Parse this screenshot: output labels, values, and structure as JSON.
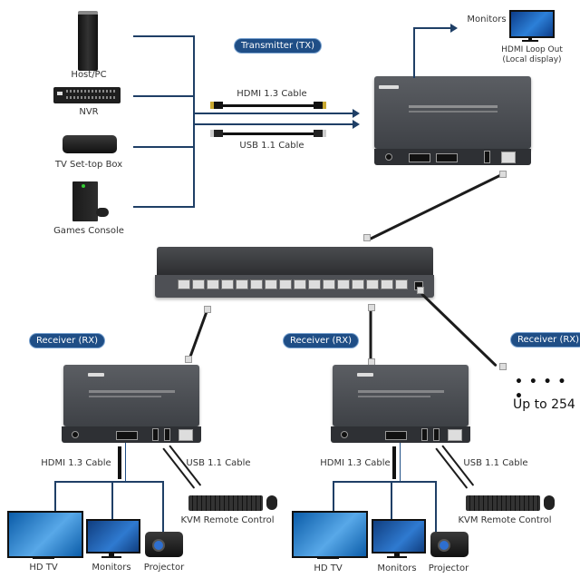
{
  "sources": [
    {
      "name": "Host/PC",
      "icon": "desktop-pc-icon"
    },
    {
      "name": "NVR",
      "icon": "nvr-icon"
    },
    {
      "name": "TV Set-top Box",
      "icon": "set-top-box-icon"
    },
    {
      "name": "Games Console",
      "icon": "game-console-icon"
    }
  ],
  "transmitter": {
    "badge": "Transmitter (TX)",
    "hdmi_cable": "HDMI 1.3 Cable",
    "usb_cable": "USB 1.1 Cable",
    "loop_out_target": "Monitors",
    "loop_out_label_line1": "HDMI Loop Out",
    "loop_out_label_line2": "(Local display)"
  },
  "switch": {
    "ports": 16
  },
  "receivers": [
    {
      "badge": "Receiver (RX)",
      "hdmi_cable": "HDMI 1.3 Cable",
      "usb_cable": "USB 1.1 Cable",
      "kvm": "KVM Remote Control",
      "displays": [
        "HD TV",
        "Monitors",
        "Projector"
      ]
    },
    {
      "badge": "Receiver (RX)",
      "hdmi_cable": "HDMI 1.3 Cable",
      "usb_cable": "USB 1.1 Cable",
      "kvm": "KVM Remote Control",
      "displays": [
        "HD TV",
        "Monitors",
        "Projector"
      ]
    },
    {
      "badge": "Receiver (RX)"
    }
  ],
  "more": {
    "dots": "• • • • •",
    "text": "Up to 254"
  },
  "colors": {
    "accent": "#1f4e86",
    "line": "#1f3f66",
    "device": "#4a4d52"
  }
}
